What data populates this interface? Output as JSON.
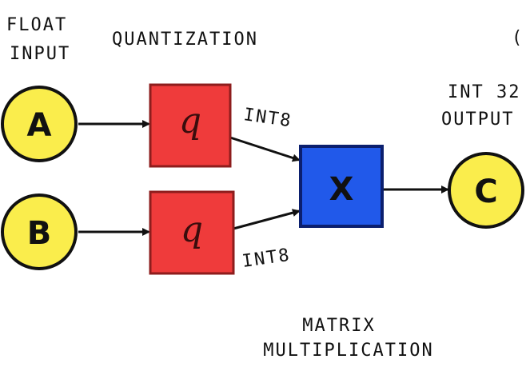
{
  "labels": {
    "float_input_line1": "FLOAT",
    "float_input_line2": "INPUT",
    "quantization": "QUANTIZATION",
    "int32_output_line1": "INT 32",
    "int32_output_line2": "OUTPUT",
    "int8_top": "INT8",
    "int8_bottom": "INT8",
    "matrix_line1": "MATRIX",
    "matrix_line2": "MULTIPLICATION",
    "edge_fragment": "("
  },
  "nodes": {
    "input_a": "A",
    "input_b": "B",
    "quantizer_top": "q",
    "quantizer_bottom": "q",
    "multiply": "X",
    "output_c": "C"
  },
  "colors": {
    "input_fill": "#faed4c",
    "quantizer_fill": "#ef3b3b",
    "multiply_fill": "#2159ea",
    "output_fill": "#faed4c",
    "ink": "#111111"
  }
}
